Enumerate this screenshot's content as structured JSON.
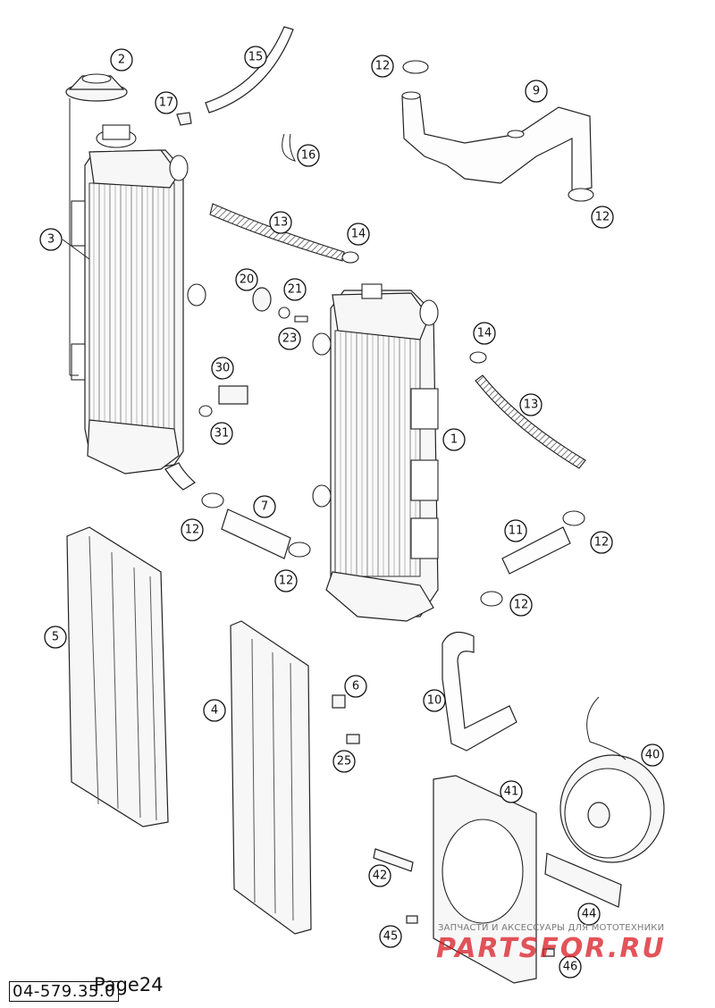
{
  "footer": {
    "page_label": "Page24",
    "drawing_number": "04-579.35.0"
  },
  "watermark": {
    "subtitle": "ЗАПЧАСТИ И АКСЕССУАРЫ ДЛЯ МОТОТЕХНИКИ",
    "logo": "PARTSFOR.RU",
    "logo_color": "#d91b24"
  },
  "callouts": [
    {
      "id": "c1",
      "label": "1"
    },
    {
      "id": "c2",
      "label": "2"
    },
    {
      "id": "c3",
      "label": "3"
    },
    {
      "id": "c4",
      "label": "4"
    },
    {
      "id": "c5",
      "label": "5"
    },
    {
      "id": "c6",
      "label": "6"
    },
    {
      "id": "c7",
      "label": "7"
    },
    {
      "id": "c9",
      "label": "9"
    },
    {
      "id": "c10",
      "label": "10"
    },
    {
      "id": "c11",
      "label": "11"
    },
    {
      "id": "c12a",
      "label": "12"
    },
    {
      "id": "c12b",
      "label": "12"
    },
    {
      "id": "c12c",
      "label": "12"
    },
    {
      "id": "c12d",
      "label": "12"
    },
    {
      "id": "c12e",
      "label": "12"
    },
    {
      "id": "c12f",
      "label": "12"
    },
    {
      "id": "c13a",
      "label": "13"
    },
    {
      "id": "c13b",
      "label": "13"
    },
    {
      "id": "c14a",
      "label": "14"
    },
    {
      "id": "c14b",
      "label": "14"
    },
    {
      "id": "c15",
      "label": "15"
    },
    {
      "id": "c16",
      "label": "16"
    },
    {
      "id": "c17",
      "label": "17"
    },
    {
      "id": "c20",
      "label": "20"
    },
    {
      "id": "c21",
      "label": "21"
    },
    {
      "id": "c23",
      "label": "23"
    },
    {
      "id": "c25",
      "label": "25"
    },
    {
      "id": "c30",
      "label": "30"
    },
    {
      "id": "c31",
      "label": "31"
    },
    {
      "id": "c40",
      "label": "40"
    },
    {
      "id": "c41",
      "label": "41"
    },
    {
      "id": "c42",
      "label": "42"
    },
    {
      "id": "c44",
      "label": "44"
    },
    {
      "id": "c45",
      "label": "45"
    },
    {
      "id": "c46",
      "label": "46"
    }
  ]
}
